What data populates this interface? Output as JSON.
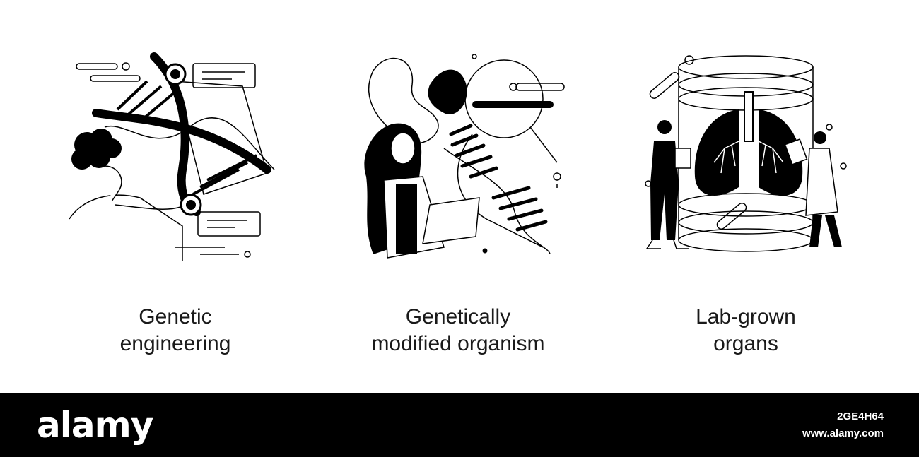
{
  "illustrations": [
    {
      "caption_line1": "Genetic",
      "caption_line2": "engineering",
      "icon": "dna-scientist-icon"
    },
    {
      "caption_line1": "Genetically",
      "caption_line2": "modified organism",
      "icon": "gmo-scientist-icon"
    },
    {
      "caption_line1": "Lab-grown",
      "caption_line2": "organs",
      "icon": "lungs-lab-icon"
    }
  ],
  "watermark": {
    "logo": "alamy",
    "image_id": "2GE4H64",
    "url": "www.alamy.com"
  },
  "colors": {
    "ink": "#000000",
    "background": "#ffffff",
    "footer": "#000000"
  }
}
